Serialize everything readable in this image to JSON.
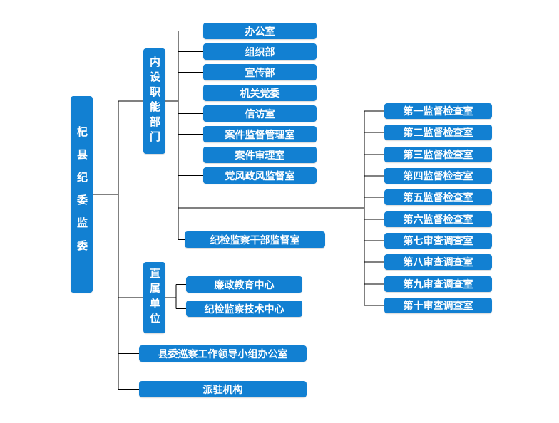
{
  "org": {
    "root": "杞县纪委监委",
    "internal_label": "内设职能部门",
    "departments": [
      "办公室",
      "组织部",
      "宣传部",
      "机关党委",
      "信访室",
      "案件监督管理室",
      "案件审理室",
      "党风政风监督室"
    ],
    "cadre_office": "纪检监察干部监督室",
    "rooms": [
      "第一监督检查室",
      "第二监督检查室",
      "第三监督检查室",
      "第四监督检查室",
      "第五监督检查室",
      "第六监督检查室",
      "第七审查调查室",
      "第八审查调查室",
      "第九审查调查室",
      "第十审查调查室"
    ],
    "direct_label": "直属单位",
    "direct_units": [
      "廉政教育中心",
      "纪检监察技术中心"
    ],
    "patrol_office": "县委巡察工作领导小组办公室",
    "dispatched": "派驻机构"
  },
  "colors": {
    "box_fill": "#1280d2",
    "box_text": "#ffffff",
    "line": "#000000",
    "background": "#ffffff"
  }
}
